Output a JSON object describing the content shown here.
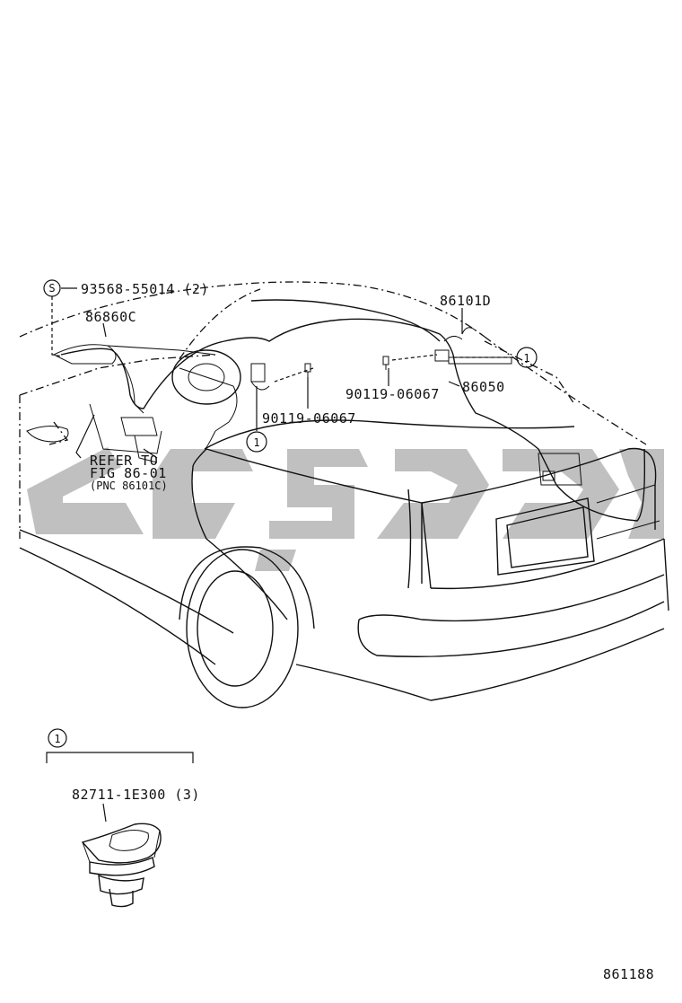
{
  "labels": {
    "part_93568": "93568-55014 (2)",
    "part_86860C": "86860C",
    "part_86101D": "86101D",
    "part_86050": "86050",
    "part_90119_a": "90119-06067",
    "part_90119_b": "90119-06067",
    "refer_line1": "REFER TO",
    "refer_line2": "FIG 86-01",
    "refer_line3": "(PNC 86101C)",
    "part_82711": "82711-1E300 (3)",
    "figure_number": "861188"
  },
  "callouts": {
    "s_marker": "S",
    "circle_1": "1"
  },
  "colors": {
    "line": "#111111",
    "watermark": "#8c8c8c",
    "background": "#ffffff"
  }
}
